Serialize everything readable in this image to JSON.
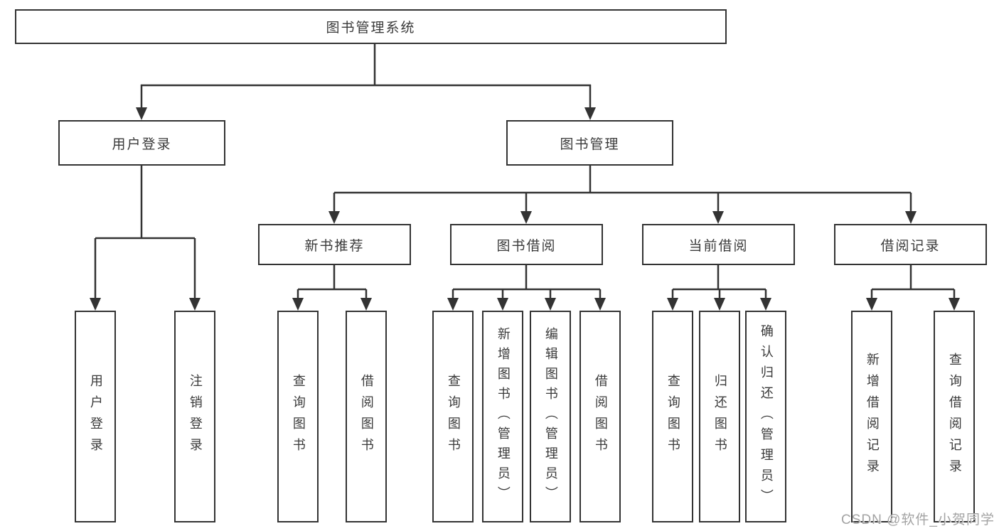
{
  "diagram": {
    "root": "图书管理系统",
    "level2": {
      "user_login": "用户登录",
      "book_mgmt": "图书管理"
    },
    "level3": {
      "new_book_rec": "新书推荐",
      "book_borrow": "图书借阅",
      "current_borrow": "当前借阅",
      "borrow_records": "借阅记录"
    },
    "leaves": {
      "user_login": "用户登录",
      "logout": "注销登录",
      "nbr_query_books": "查询图书",
      "nbr_borrow_books": "借阅图书",
      "bb_query_books": "查询图书",
      "bb_add_books": "新增图书（管理员）",
      "bb_edit_books": "编辑图书（管理员）",
      "bb_borrow_books": "借阅图书",
      "cb_query_books": "查询图书",
      "cb_return_books": "归还图书",
      "cb_confirm_return": "确认归还（管理员）",
      "br_add_record": "新增借阅记录",
      "br_query_record": "查询借阅记录"
    },
    "watermark": "CSDN @软件_小贺同学",
    "colors": {
      "line": "#333333",
      "border": "#333333",
      "text": "#3a3a3a",
      "watermark": "#a3a3a3",
      "background": "#ffffff"
    }
  }
}
